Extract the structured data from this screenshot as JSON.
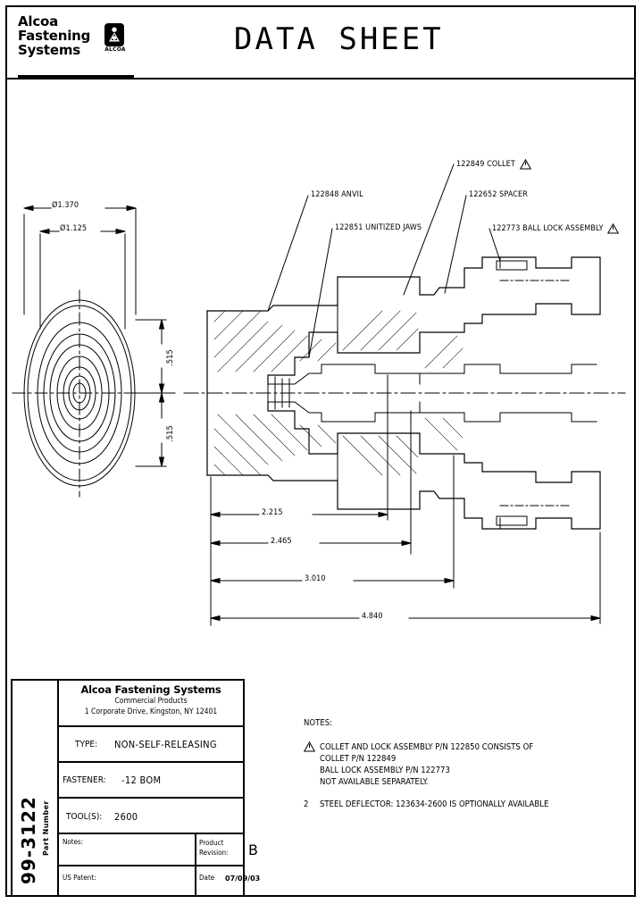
{
  "header": {
    "brand_line1": "Alcoa",
    "brand_line2": "Fastening",
    "brand_line3": "Systems",
    "logo_word": "ALCOA",
    "title": "DATA SHEET"
  },
  "drawing": {
    "callouts": [
      {
        "id": "anvil",
        "text": "122848 ANVIL",
        "warn": false
      },
      {
        "id": "jaws",
        "text": "122851 UNITIZED JAWS",
        "warn": false
      },
      {
        "id": "collet",
        "text": "122849 COLLET",
        "warn": true
      },
      {
        "id": "spacer",
        "text": "122652 SPACER",
        "warn": false
      },
      {
        "id": "balllock",
        "text": "122773 BALL LOCK ASSEMBLY",
        "warn": true
      }
    ],
    "dimensions": {
      "dia_outer": "Ø1.370",
      "dia_inner": "Ø1.125",
      "vert_upper": ".515",
      "vert_lower": ".515",
      "len_1": "2.215",
      "len_2": "2.465",
      "len_3": "3.010",
      "len_4": "4.840"
    }
  },
  "notes": {
    "heading": "NOTES:",
    "items": [
      {
        "marker": "warn-triangle",
        "lines": [
          "COLLET AND LOCK ASSEMBLY P/N 122850 CONSISTS OF",
          "COLLET P/N 122849",
          "BALL LOCK ASSEMBLY P/N 122773",
          "NOT AVAILABLE SEPARATELY."
        ]
      },
      {
        "marker": "2",
        "lines": [
          "STEEL DEFLECTOR: 123634-2600 IS OPTIONALLY AVAILABLE"
        ]
      }
    ]
  },
  "title_block": {
    "part_number_label": "Part Number",
    "part_number": "99-3122",
    "company": "Alcoa Fastening Systems",
    "division": "Commercial Products",
    "address": "1 Corporate Drive, Kingston, NY 12401",
    "type_label": "TYPE:",
    "type_value": "NON-SELF-RELEASING",
    "fastener_label": "FASTENER:",
    "fastener_value": "-12 BOM",
    "tools_label": "TOOL(S):",
    "tools_value": "2600",
    "notes_label": "Notes:",
    "product_revision_label": "Product\nRevision:",
    "product_revision_l1": "Product",
    "product_revision_l2": "Revision:",
    "product_revision_value": "B",
    "us_patent_label": "US Patent:",
    "date_label": "Date",
    "date_value": "07/09/03"
  },
  "colors": {
    "ink": "#000000",
    "paper": "#ffffff"
  }
}
